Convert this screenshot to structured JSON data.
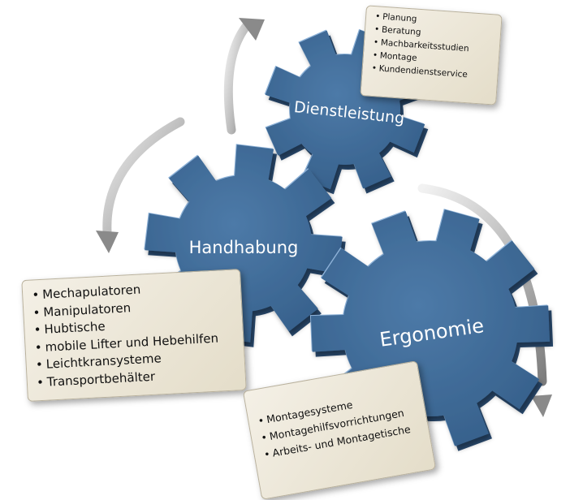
{
  "gears": {
    "dienstleistung": {
      "label": "Dienstleistung"
    },
    "handhabung": {
      "label": "Handhabung"
    },
    "ergonomie": {
      "label": "Ergonomie"
    }
  },
  "boxes": {
    "dienstleistung": {
      "items": [
        "Planung",
        "Beratung",
        "Machbarkeitsstudien",
        "Montage",
        "Kundendienstservice"
      ]
    },
    "handhabung": {
      "items": [
        "Mechapulatoren",
        "Manipulatoren",
        "Hubtische",
        "mobile Lifter und Hebehilfen",
        "Leichtkransysteme",
        "Transportbehälter"
      ]
    },
    "ergonomie": {
      "items": [
        "Montagesysteme",
        "Montagehilfsvorrichtungen",
        "Arbeits- und Montagetische"
      ]
    }
  },
  "colors": {
    "gear_fill": "#3f6a96",
    "gear_edge": "#2b4d73",
    "gear_highlight": "#8fb3d9",
    "arrow_light": "#e2e2e2",
    "arrow_dark": "#8a8a8a",
    "box_bg": "#ece6d6"
  }
}
